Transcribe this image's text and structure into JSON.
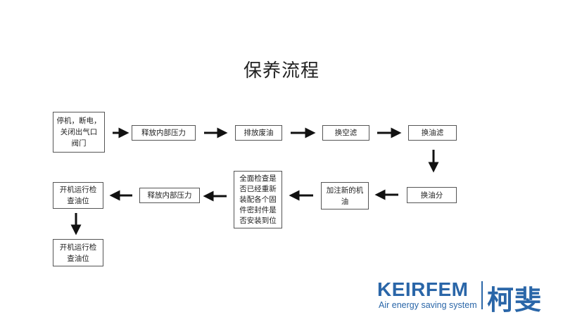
{
  "title": "保养流程",
  "steps": {
    "s1": [
      "停机，断电，",
      "关闭出气口",
      "阀门"
    ],
    "s2": "释放内部压力",
    "s3": "排放废油",
    "s4": "换空滤",
    "s5": "换油滤",
    "s6": "换油分",
    "s7": [
      "加注新的机",
      "油"
    ],
    "s8": [
      "全面检查是",
      "否已经重新",
      "装配各个固",
      "件密封件是",
      "否安装到位"
    ],
    "s9": "释放内部压力",
    "s10": [
      "开机运行检",
      "查油位"
    ],
    "s11": [
      "开机运行检",
      "查油位"
    ]
  },
  "logo": {
    "brand": "KEIRFEM",
    "tagline": "Air energy saving system",
    "cn": "柯斐"
  },
  "colors": {
    "arrow": "#111111",
    "border": "#555555",
    "brand": "#2a66a8"
  }
}
